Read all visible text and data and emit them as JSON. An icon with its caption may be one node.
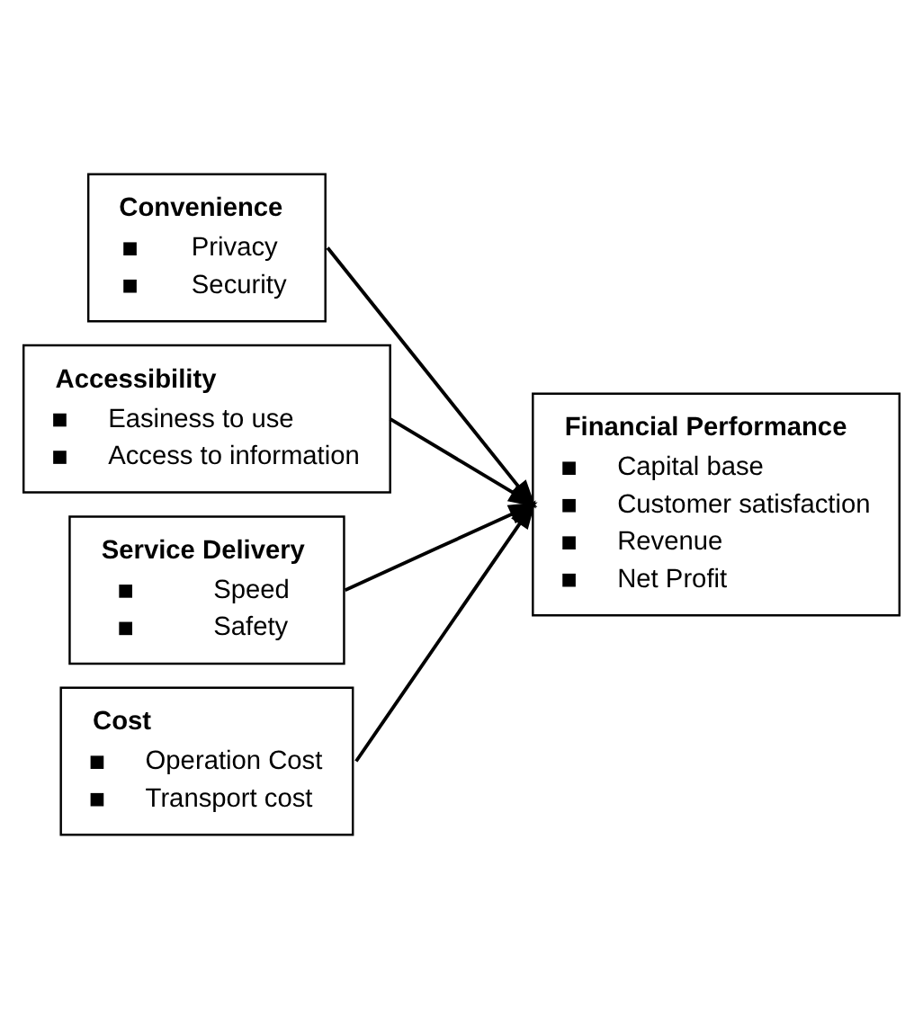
{
  "diagram": {
    "nodes": [
      {
        "text": [
          "Convenience",
          "Privacy",
          "Security"
        ]
      },
      {
        "text": [
          "Accessibility",
          "Easiness to use",
          "Access to information"
        ]
      },
      {
        "text": [
          "Service Delivery",
          "Speed",
          "Safety"
        ]
      },
      {
        "text": [
          "Cost",
          "Operation Cost",
          "Transport cost"
        ]
      },
      {
        "text": [
          "Financial Performance",
          "Capital base",
          "Customer satisfaction",
          "Revenue",
          "Net Profit"
        ]
      }
    ],
    "edges": [
      {
        "from": 0,
        "to": 4,
        "arrow": "to"
      },
      {
        "from": 1,
        "to": 4,
        "arrow": "to"
      },
      {
        "from": 2,
        "to": 4,
        "arrow": "to"
      },
      {
        "from": 3,
        "to": 4,
        "arrow": "to"
      }
    ]
  }
}
